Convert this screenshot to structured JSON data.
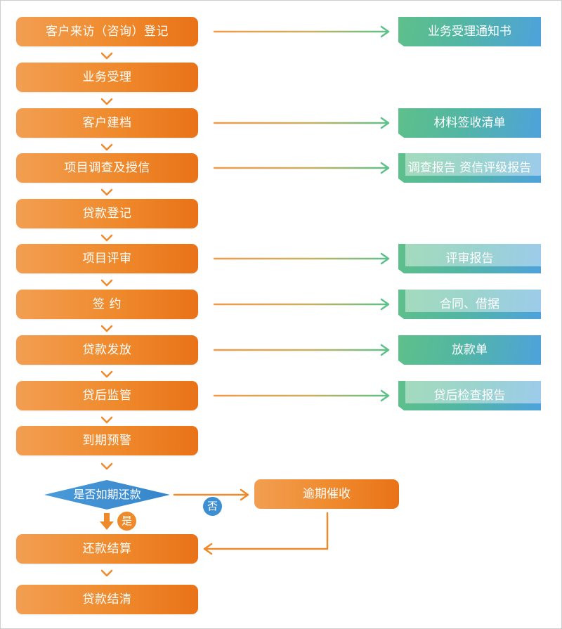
{
  "steps": [
    "客户来访（咨询）登记",
    "业务受理",
    "客户建档",
    "项目调查及授信",
    "贷款登记",
    "项目评审",
    "签 约",
    "贷款发放",
    "贷后监管",
    "到期预警"
  ],
  "decision": "是否如期还款",
  "yes_label": "是",
  "no_label": "否",
  "overdue_step": "逾期催收",
  "final_steps": [
    "还款结算",
    "贷款结清"
  ],
  "documents": [
    "业务受理通知书",
    "材料签收清单",
    "调查报告 资信评级报告",
    "评审报告",
    "合同、借据",
    "放款单",
    "贷后检查报告"
  ],
  "colors": {
    "step_orange": "#ef8a2c",
    "decision_blue": "#3d8fd1",
    "doc_green": "#5ec08a",
    "doc_blue": "#4ea2dc"
  }
}
